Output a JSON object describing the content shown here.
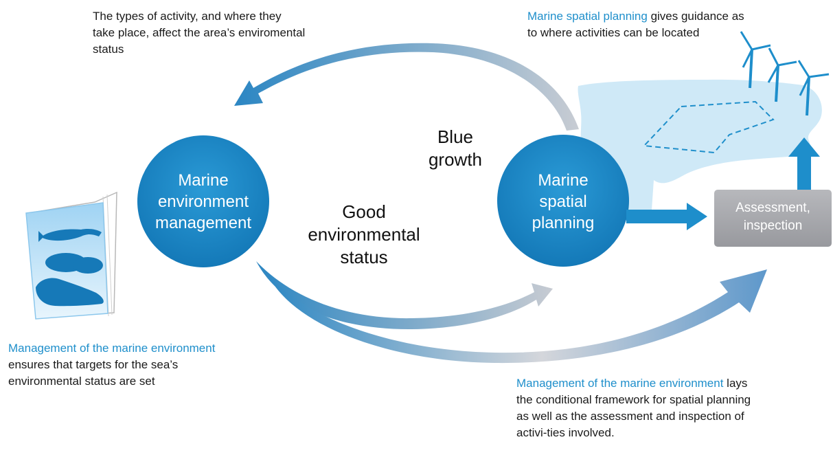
{
  "texts": {
    "top_left": "The types of activity, and where they take place, affect the area’s enviromental status",
    "top_right_highlight": "Marine spatial planning",
    "top_right_rest": " gives guidance as to where activities can be located",
    "bottom_left_highlight": "Management of the marine environment",
    "bottom_left_rest": " ensures that targets for the sea’s environmental status are set",
    "bottom_right_highlight": "Management of the marine environment",
    "bottom_right_rest": "  lays the conditional framework for spatial planning as well as the assessment and inspection of activi-ties involved."
  },
  "nodes": {
    "left_circle": "Marine environment management",
    "right_circle": "Marine spatial planning",
    "box": "Assessment, inspection"
  },
  "center_labels": {
    "blue_growth": "Blue growth",
    "good_status": "Good environmental status"
  },
  "colors": {
    "circle": "#1f8fcb",
    "highlight_text": "#1f8fcb",
    "box": "#a9aaae",
    "sea_area": "#cfe9f7"
  }
}
